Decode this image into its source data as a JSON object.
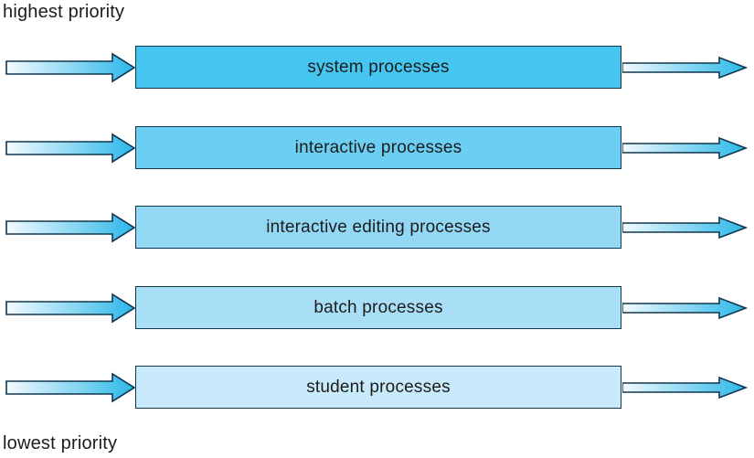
{
  "labels": {
    "top": "highest priority",
    "bottom": "lowest priority"
  },
  "queues": [
    {
      "label": "system processes",
      "fill": "#45c6f0"
    },
    {
      "label": "interactive processes",
      "fill": "#6bcef2"
    },
    {
      "label": "interactive editing processes",
      "fill": "#92d8f4"
    },
    {
      "label": "batch processes",
      "fill": "#a9dff6"
    },
    {
      "label": "student processes",
      "fill": "#c8eafa"
    }
  ],
  "colors": {
    "box_border": "#10374f",
    "arrow_outline": "#10374f",
    "arrow_gradient_start": "#f4fbff",
    "arrow_gradient_end": "#2bb7e8",
    "text": "#1c1c1c"
  }
}
